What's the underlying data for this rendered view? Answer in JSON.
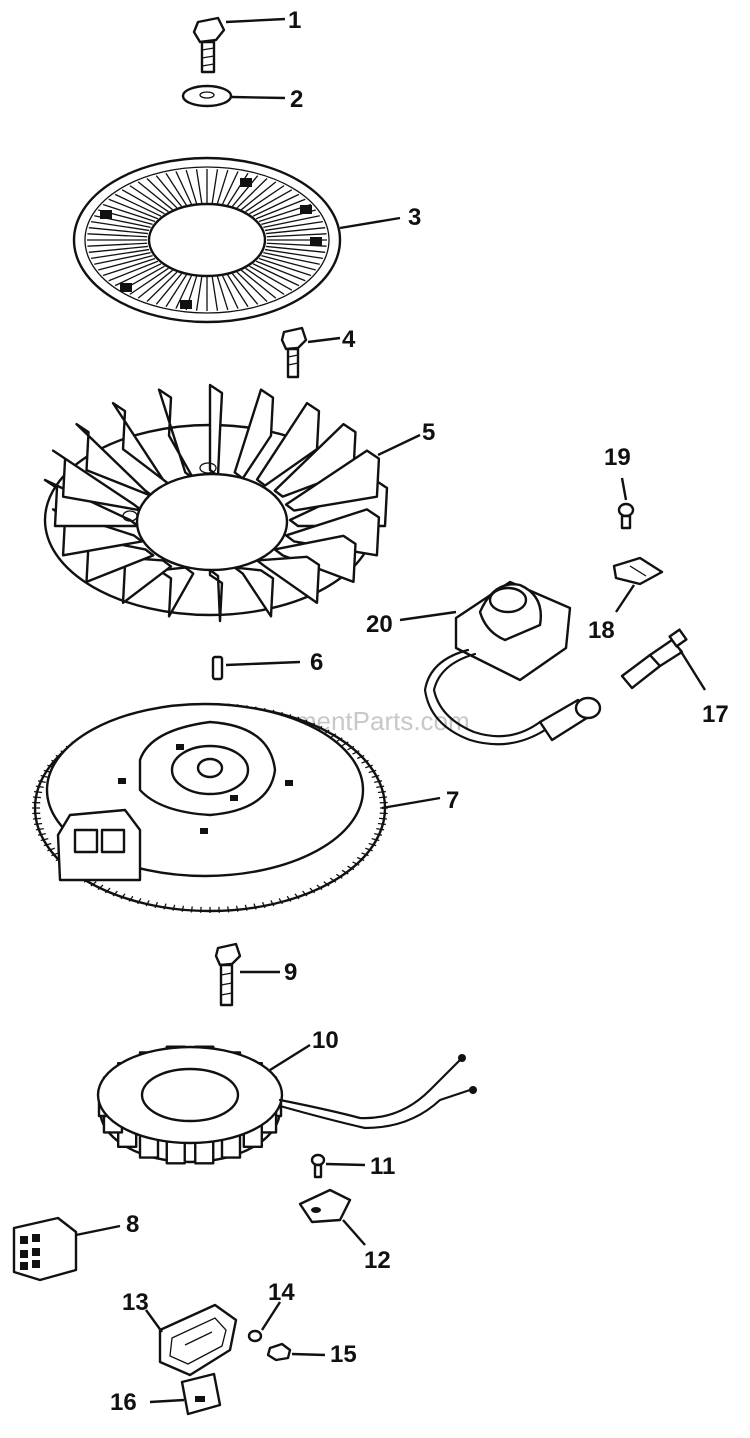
{
  "watermark": "eReplacementParts.com",
  "callouts": [
    "1",
    "2",
    "3",
    "4",
    "5",
    "6",
    "7",
    "8",
    "9",
    "10",
    "11",
    "12",
    "13",
    "14",
    "15",
    "16",
    "17",
    "18",
    "19",
    "20"
  ],
  "parts": [
    {
      "id": "1",
      "name": "screw"
    },
    {
      "id": "2",
      "name": "washer"
    },
    {
      "id": "3",
      "name": "screen"
    },
    {
      "id": "4",
      "name": "screw"
    },
    {
      "id": "5",
      "name": "fan"
    },
    {
      "id": "6",
      "name": "key"
    },
    {
      "id": "7",
      "name": "flywheel"
    },
    {
      "id": "8",
      "name": "connector"
    },
    {
      "id": "9",
      "name": "screw"
    },
    {
      "id": "10",
      "name": "stator"
    },
    {
      "id": "11",
      "name": "screw"
    },
    {
      "id": "12",
      "name": "clamp"
    },
    {
      "id": "13",
      "name": "rectifier-regulator"
    },
    {
      "id": "14",
      "name": "screw"
    },
    {
      "id": "15",
      "name": "nut"
    },
    {
      "id": "16",
      "name": "plate"
    },
    {
      "id": "17",
      "name": "spark-plug"
    },
    {
      "id": "18",
      "name": "clip"
    },
    {
      "id": "19",
      "name": "screw"
    },
    {
      "id": "20",
      "name": "ignition-module"
    }
  ]
}
